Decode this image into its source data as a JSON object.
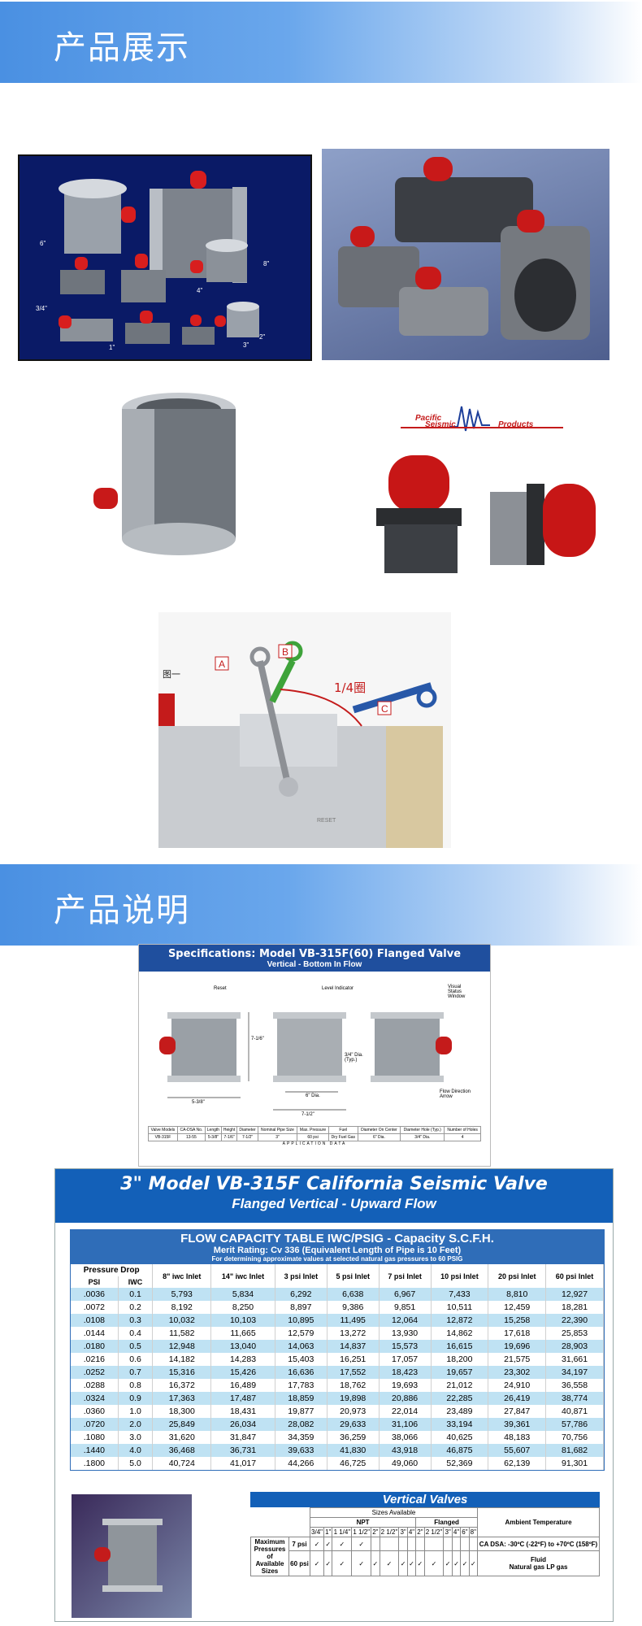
{
  "sections": {
    "showcase_title": "产品展示",
    "description_title": "产品说明"
  },
  "photos": {
    "logo_line1": "Pacific",
    "logo_line2": "Seismic",
    "logo_line3": "Products",
    "diagram_fig": "图一",
    "diagram_a": "A",
    "diagram_b": "B",
    "diagram_c": "C",
    "diagram_quarter": "1/4圈",
    "diagram_reset": "RESET",
    "size_labels": [
      "6\"",
      "8\"",
      "3\"",
      "4\"",
      "2\"",
      "3/4\"",
      "1\""
    ]
  },
  "spec1": {
    "title": "Specifications: Model VB-315F(60) Flanged Valve",
    "subtitle": "Vertical - Bottom In Flow",
    "labels": {
      "reset": "Reset",
      "level": "Level Indicator",
      "visual": "Visual Status Window",
      "dia": "3/4\" Dia. (Typ.)",
      "flow": "Flow Direction Arrow",
      "h716": "7-1/6\"",
      "w358": "5-3/8\"",
      "w6": "6\" Dia.",
      "w712": "7-1/2\""
    },
    "table_headers": [
      "Valve Models",
      "CA-DSA No.",
      "Length",
      "Height",
      "Diameter",
      "Nominal Pipe Size",
      "Max. Pressure",
      "Fuel",
      "Diameter On Center",
      "Diameter Hole (Typ.)",
      "Number of Holes"
    ],
    "application_data": "APPLICATION DATA",
    "table_row": [
      "VB-315F",
      "13-55",
      "5-3/8\"",
      "7-1/6\"",
      "7-1/2\"",
      "3\"",
      "60 psi",
      "Dry Fuel Gas",
      "6\" Dia.",
      "3/4\" Dia.",
      "4"
    ]
  },
  "spec2": {
    "title": "3\" Model VB-315F California Seismic Valve",
    "subtitle": "Flanged Vertical - Upward Flow",
    "flow_title": "FLOW CAPACITY TABLE IWC/PSIG - Capacity S.C.F.H.",
    "merit": "Merit Rating: Cv 336 (Equivalent Length of Pipe is 10 Feet)",
    "note": "For determining approximate values at selected natural gas pressures to 60 PSIG",
    "pressure_drop": "Pressure Drop",
    "psi": "PSI",
    "iwc": "IWC",
    "columns": [
      "8\" iwc Inlet",
      "14\" iwc Inlet",
      "3 psi Inlet",
      "5 psi Inlet",
      "7 psi Inlet",
      "10 psi Inlet",
      "20 psi Inlet",
      "60 psi Inlet"
    ],
    "rows": [
      [
        ".0036",
        "0.1",
        "5,793",
        "5,834",
        "6,292",
        "6,638",
        "6,967",
        "7,433",
        "8,810",
        "12,927"
      ],
      [
        ".0072",
        "0.2",
        "8,192",
        "8,250",
        "8,897",
        "9,386",
        "9,851",
        "10,511",
        "12,459",
        "18,281"
      ],
      [
        ".0108",
        "0.3",
        "10,032",
        "10,103",
        "10,895",
        "11,495",
        "12,064",
        "12,872",
        "15,258",
        "22,390"
      ],
      [
        ".0144",
        "0.4",
        "11,582",
        "11,665",
        "12,579",
        "13,272",
        "13,930",
        "14,862",
        "17,618",
        "25,853"
      ],
      [
        ".0180",
        "0.5",
        "12,948",
        "13,040",
        "14,063",
        "14,837",
        "15,573",
        "16,615",
        "19,696",
        "28,903"
      ],
      [
        ".0216",
        "0.6",
        "14,182",
        "14,283",
        "15,403",
        "16,251",
        "17,057",
        "18,200",
        "21,575",
        "31,661"
      ],
      [
        ".0252",
        "0.7",
        "15,316",
        "15,426",
        "16,636",
        "17,552",
        "18,423",
        "19,657",
        "23,302",
        "34,197"
      ],
      [
        ".0288",
        "0.8",
        "16,372",
        "16,489",
        "17,783",
        "18,762",
        "19,693",
        "21,012",
        "24,910",
        "36,558"
      ],
      [
        ".0324",
        "0.9",
        "17,363",
        "17,487",
        "18,859",
        "19,898",
        "20,886",
        "22,285",
        "26,419",
        "38,774"
      ],
      [
        ".0360",
        "1.0",
        "18,300",
        "18,431",
        "19,877",
        "20,973",
        "22,014",
        "23,489",
        "27,847",
        "40,871"
      ],
      [
        ".0720",
        "2.0",
        "25,849",
        "26,034",
        "28,082",
        "29,633",
        "31,106",
        "33,194",
        "39,361",
        "57,786"
      ],
      [
        ".1080",
        "3.0",
        "31,620",
        "31,847",
        "34,359",
        "36,259",
        "38,066",
        "40,625",
        "48,183",
        "70,756"
      ],
      [
        ".1440",
        "4.0",
        "36,468",
        "36,731",
        "39,633",
        "41,830",
        "43,918",
        "46,875",
        "55,607",
        "81,682"
      ],
      [
        ".1800",
        "5.0",
        "40,724",
        "41,017",
        "44,266",
        "46,725",
        "49,060",
        "52,369",
        "62,139",
        "91,301"
      ]
    ]
  },
  "vertical": {
    "title": "Vertical Valves",
    "sizes_available": "Sizes Available",
    "npt": "NPT",
    "flanged": "Flanged",
    "ambient": "Ambient Temperature",
    "npt_sizes": [
      "3/4\"",
      "1\"",
      "1 1/4\"",
      "1 1/2\"",
      "2\"",
      "2 1/2\"",
      "3\"",
      "4\""
    ],
    "flanged_sizes": [
      "2\"",
      "2 1/2\"",
      "3\"",
      "4\"",
      "6\"",
      "8\""
    ],
    "max_label": "Maximum Pressures of Available Sizes",
    "p7": "7 psi",
    "p60": "60 psi",
    "check": "✓",
    "cadsa": "CA DSA: -30ºC (-22ºF) to +70ºC (158ºF)",
    "fluid": "Fluid",
    "fluid_val": "Natural gas LP gas"
  }
}
